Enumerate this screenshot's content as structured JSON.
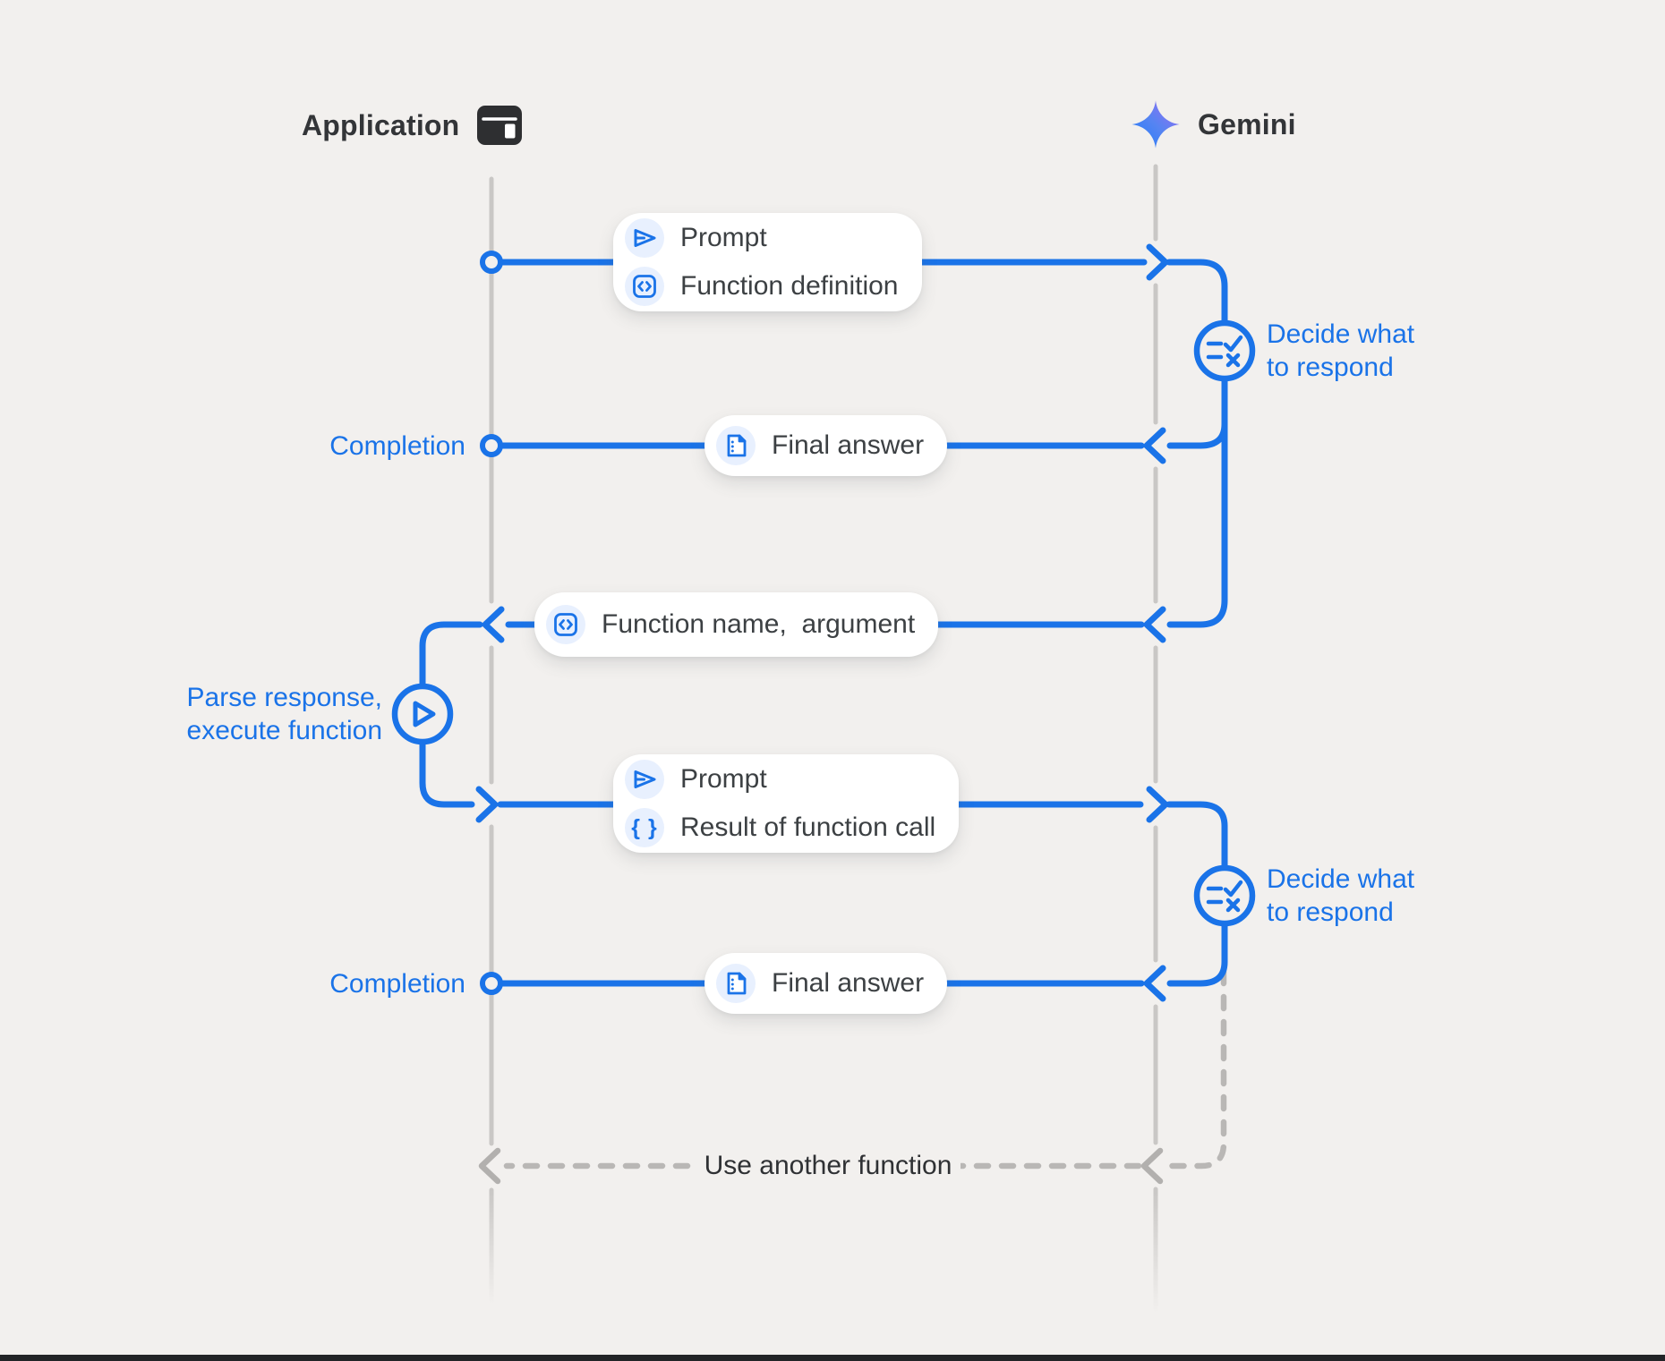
{
  "colors": {
    "background": "#f2f0ee",
    "accent_blue": "#1a73e8",
    "lifeline_gray": "#c9c7c5",
    "dashed_gray": "#b9b7b5",
    "text_dark": "#3c4043",
    "icon_circle_bg": "#e8f0fe",
    "box_bg": "#ffffff",
    "gemini_gradient_start": "#1f7cf9",
    "gemini_gradient_end": "#a06bf2"
  },
  "header": {
    "application": {
      "label": "Application",
      "icon": "app-window-icon"
    },
    "gemini": {
      "label": "Gemini",
      "icon": "gemini-sparkle-icon"
    }
  },
  "messages": {
    "prompt_function_definition": {
      "rows": [
        {
          "icon": "send-icon",
          "label": "Prompt"
        },
        {
          "icon": "code-icon",
          "label": "Function definition"
        }
      ]
    },
    "final_answer_1": {
      "icon": "document-icon",
      "label": "Final answer"
    },
    "function_name_argument": {
      "icon": "code-icon",
      "label": "Function name,  argument"
    },
    "prompt_result": {
      "rows": [
        {
          "icon": "send-icon",
          "label": "Prompt"
        },
        {
          "icon": "braces-icon",
          "label": "Result of function call"
        }
      ]
    },
    "final_answer_2": {
      "icon": "document-icon",
      "label": "Final answer"
    }
  },
  "annotations": {
    "completion_1": "Completion",
    "completion_2": "Completion",
    "decide_1": {
      "line1": "Decide what",
      "line2": "to respond"
    },
    "decide_2": {
      "line1": "Decide what",
      "line2": "to respond"
    },
    "parse": {
      "line1": "Parse response,",
      "line2": "execute function"
    },
    "use_another_function": "Use another function"
  },
  "glyphs": {
    "braces": "{ }"
  }
}
